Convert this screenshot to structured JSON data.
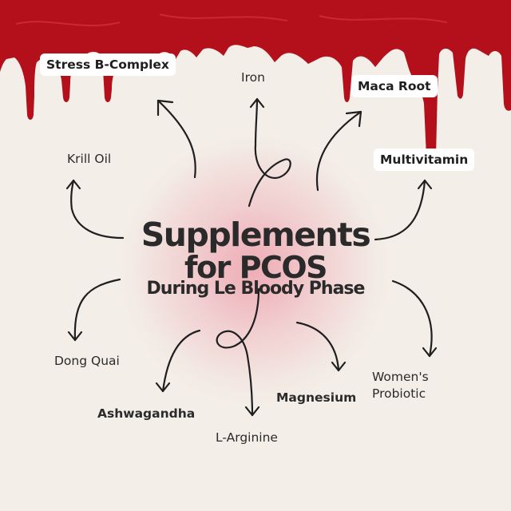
{
  "colors": {
    "background": "#f3eee7",
    "blood": "#b3101c",
    "text": "#2a2a2a",
    "glow": "#ec96a5",
    "chip": "#ffffff"
  },
  "title": {
    "line1": "Supplements",
    "line2": "for PCOS",
    "line3": "During Le Bloody Phase"
  },
  "supplements": [
    {
      "id": "stress-b-complex",
      "label": "Stress B-Complex"
    },
    {
      "id": "iron",
      "label": "Iron"
    },
    {
      "id": "maca-root",
      "label": "Maca Root"
    },
    {
      "id": "krill-oil",
      "label": "Krill Oil"
    },
    {
      "id": "multivitamin",
      "label": "Multivitamin"
    },
    {
      "id": "dong-quai",
      "label": "Dong Quai"
    },
    {
      "id": "ashwagandha",
      "label": "Ashwagandha"
    },
    {
      "id": "l-arginine",
      "label": "L-Arginine"
    },
    {
      "id": "magnesium",
      "label": "Magnesium"
    },
    {
      "id": "womens-probiotic",
      "label": "Women's\nProbiotic"
    }
  ]
}
